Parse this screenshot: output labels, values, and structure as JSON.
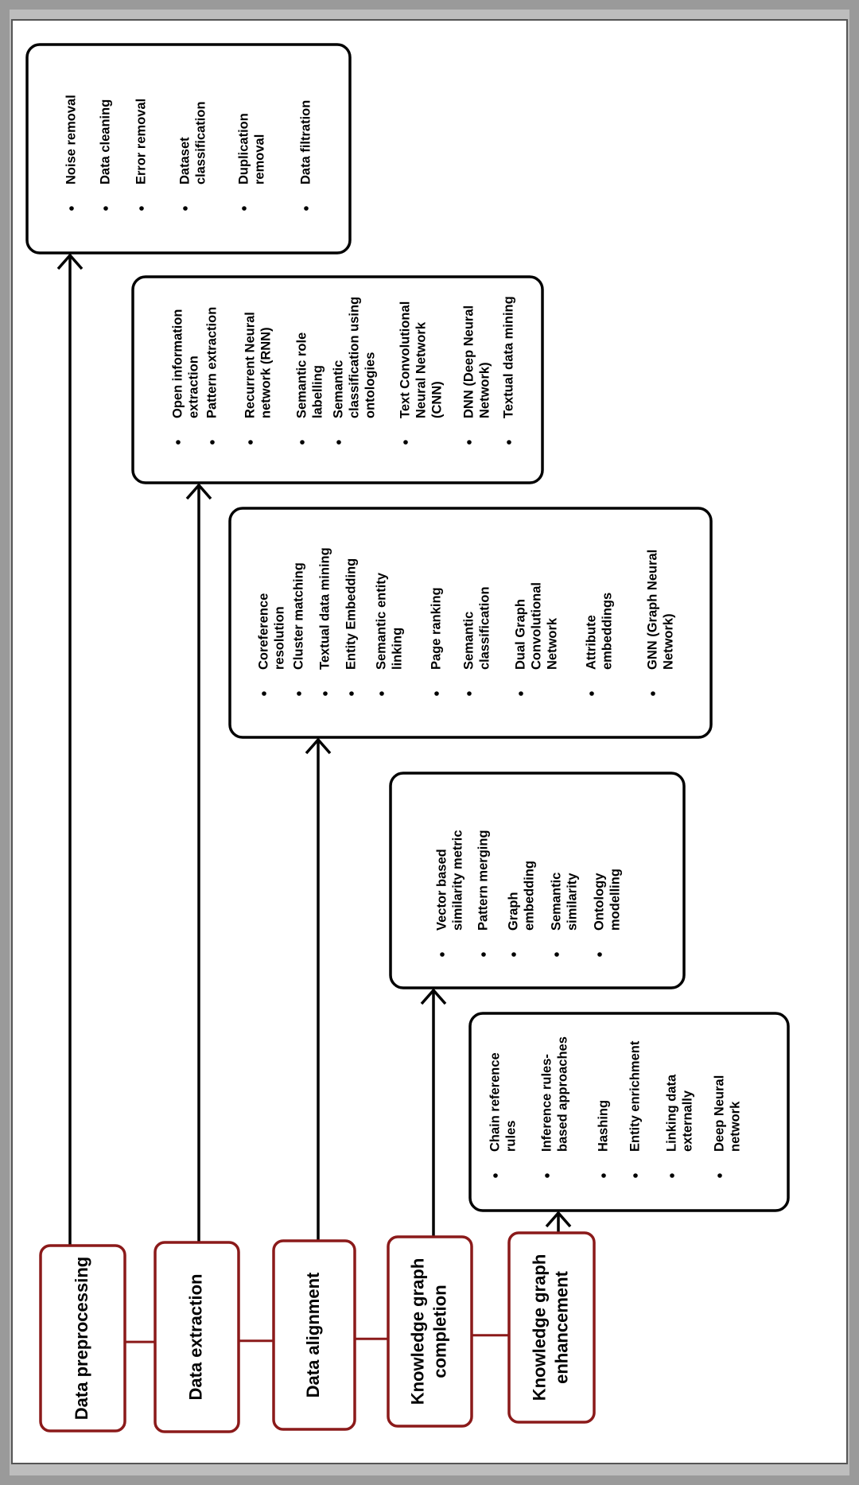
{
  "stages": [
    {
      "label": [
        "Data preprocessing"
      ]
    },
    {
      "label": [
        "Data extraction"
      ]
    },
    {
      "label": [
        "Data alignment"
      ]
    },
    {
      "label": [
        "Knowledge graph",
        "completion"
      ]
    },
    {
      "label": [
        "Knowledge graph",
        "enhancement"
      ]
    }
  ],
  "boxes": [
    {
      "items": [
        [
          "Noise removal"
        ],
        [
          "Data cleaning"
        ],
        [
          "Error removal"
        ],
        [
          "Dataset",
          "classification"
        ],
        [
          "Duplication",
          "removal"
        ],
        [
          "Data filtration"
        ]
      ]
    },
    {
      "items": [
        [
          "Open information",
          "extraction"
        ],
        [
          "Pattern extraction"
        ],
        [
          "Recurrent Neural",
          "network (RNN)"
        ],
        [
          "Semantic role",
          "labelling"
        ],
        [
          "Semantic",
          "classification using",
          "ontologies"
        ],
        [
          "Text Convolutional",
          "Neural Network",
          "(CNN)"
        ],
        [
          "DNN (Deep Neural",
          "Network)"
        ],
        [
          "Textual data mining"
        ]
      ]
    },
    {
      "items": [
        [
          "Coreference",
          "resolution"
        ],
        [
          "Cluster matching"
        ],
        [
          "Textual data mining"
        ],
        [
          "Entity Embedding"
        ],
        [
          "Semantic entity",
          "linking"
        ],
        [
          "Page ranking"
        ],
        [
          "Semantic",
          "classification"
        ],
        [
          "Dual Graph",
          "Convolutional",
          "Network"
        ],
        [
          "Attribute",
          "embeddings"
        ],
        [
          "GNN (Graph Neural",
          "Network)"
        ]
      ]
    },
    {
      "items": [
        [
          "Vector based",
          "similarity metric"
        ],
        [
          "Pattern merging"
        ],
        [
          "Graph",
          "embedding"
        ],
        [
          "Semantic",
          "similarity"
        ],
        [
          "Ontology",
          "modelling"
        ]
      ]
    },
    {
      "items": [
        [
          "Chain reference",
          "rules"
        ],
        [
          "Inference rules-",
          "based approaches"
        ],
        [
          "Hashing"
        ],
        [
          "Entity enrichment"
        ],
        [
          "Linking data",
          "externally"
        ],
        [
          "Deep Neural",
          "network"
        ]
      ]
    }
  ],
  "colors": {
    "stage_border": "#8b1a1a",
    "box_border": "#000000",
    "arrow": "#000000"
  }
}
